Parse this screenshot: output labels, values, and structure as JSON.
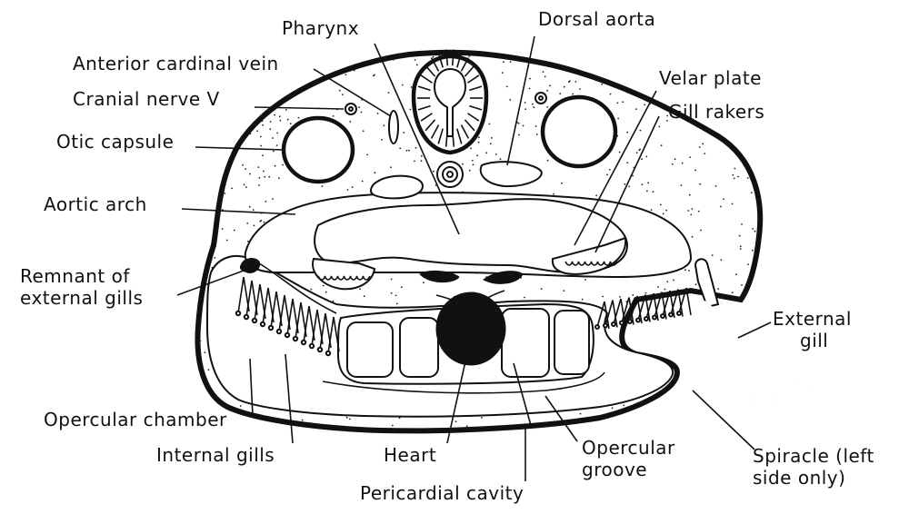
{
  "labels": {
    "pharynx": "Pharynx",
    "dorsal_aorta": "Dorsal aorta",
    "anterior_cardinal_vein": "Anterior cardinal vein",
    "velar_plate": "Velar plate",
    "cranial_nerve_v": "Cranial nerve V",
    "gill_rakers": "Gill rakers",
    "otic_capsule": "Otic capsule",
    "aortic_arch": "Aortic arch",
    "remnant_line1": "Remnant of",
    "remnant_line2": "external gills",
    "external_gill_line1": "External",
    "external_gill_line2": "gill",
    "opercular_chamber": "Opercular chamber",
    "internal_gills": "Internal gills",
    "heart": "Heart",
    "opercular_groove_line1": "Opercular",
    "opercular_groove_line2": "groove",
    "spiracle_line1": "Spiracle (left",
    "spiracle_line2": "side only)",
    "pericardial_cavity": "Pericardial cavity"
  },
  "colors": {
    "ink": "#111111",
    "paper": "#ffffff"
  }
}
